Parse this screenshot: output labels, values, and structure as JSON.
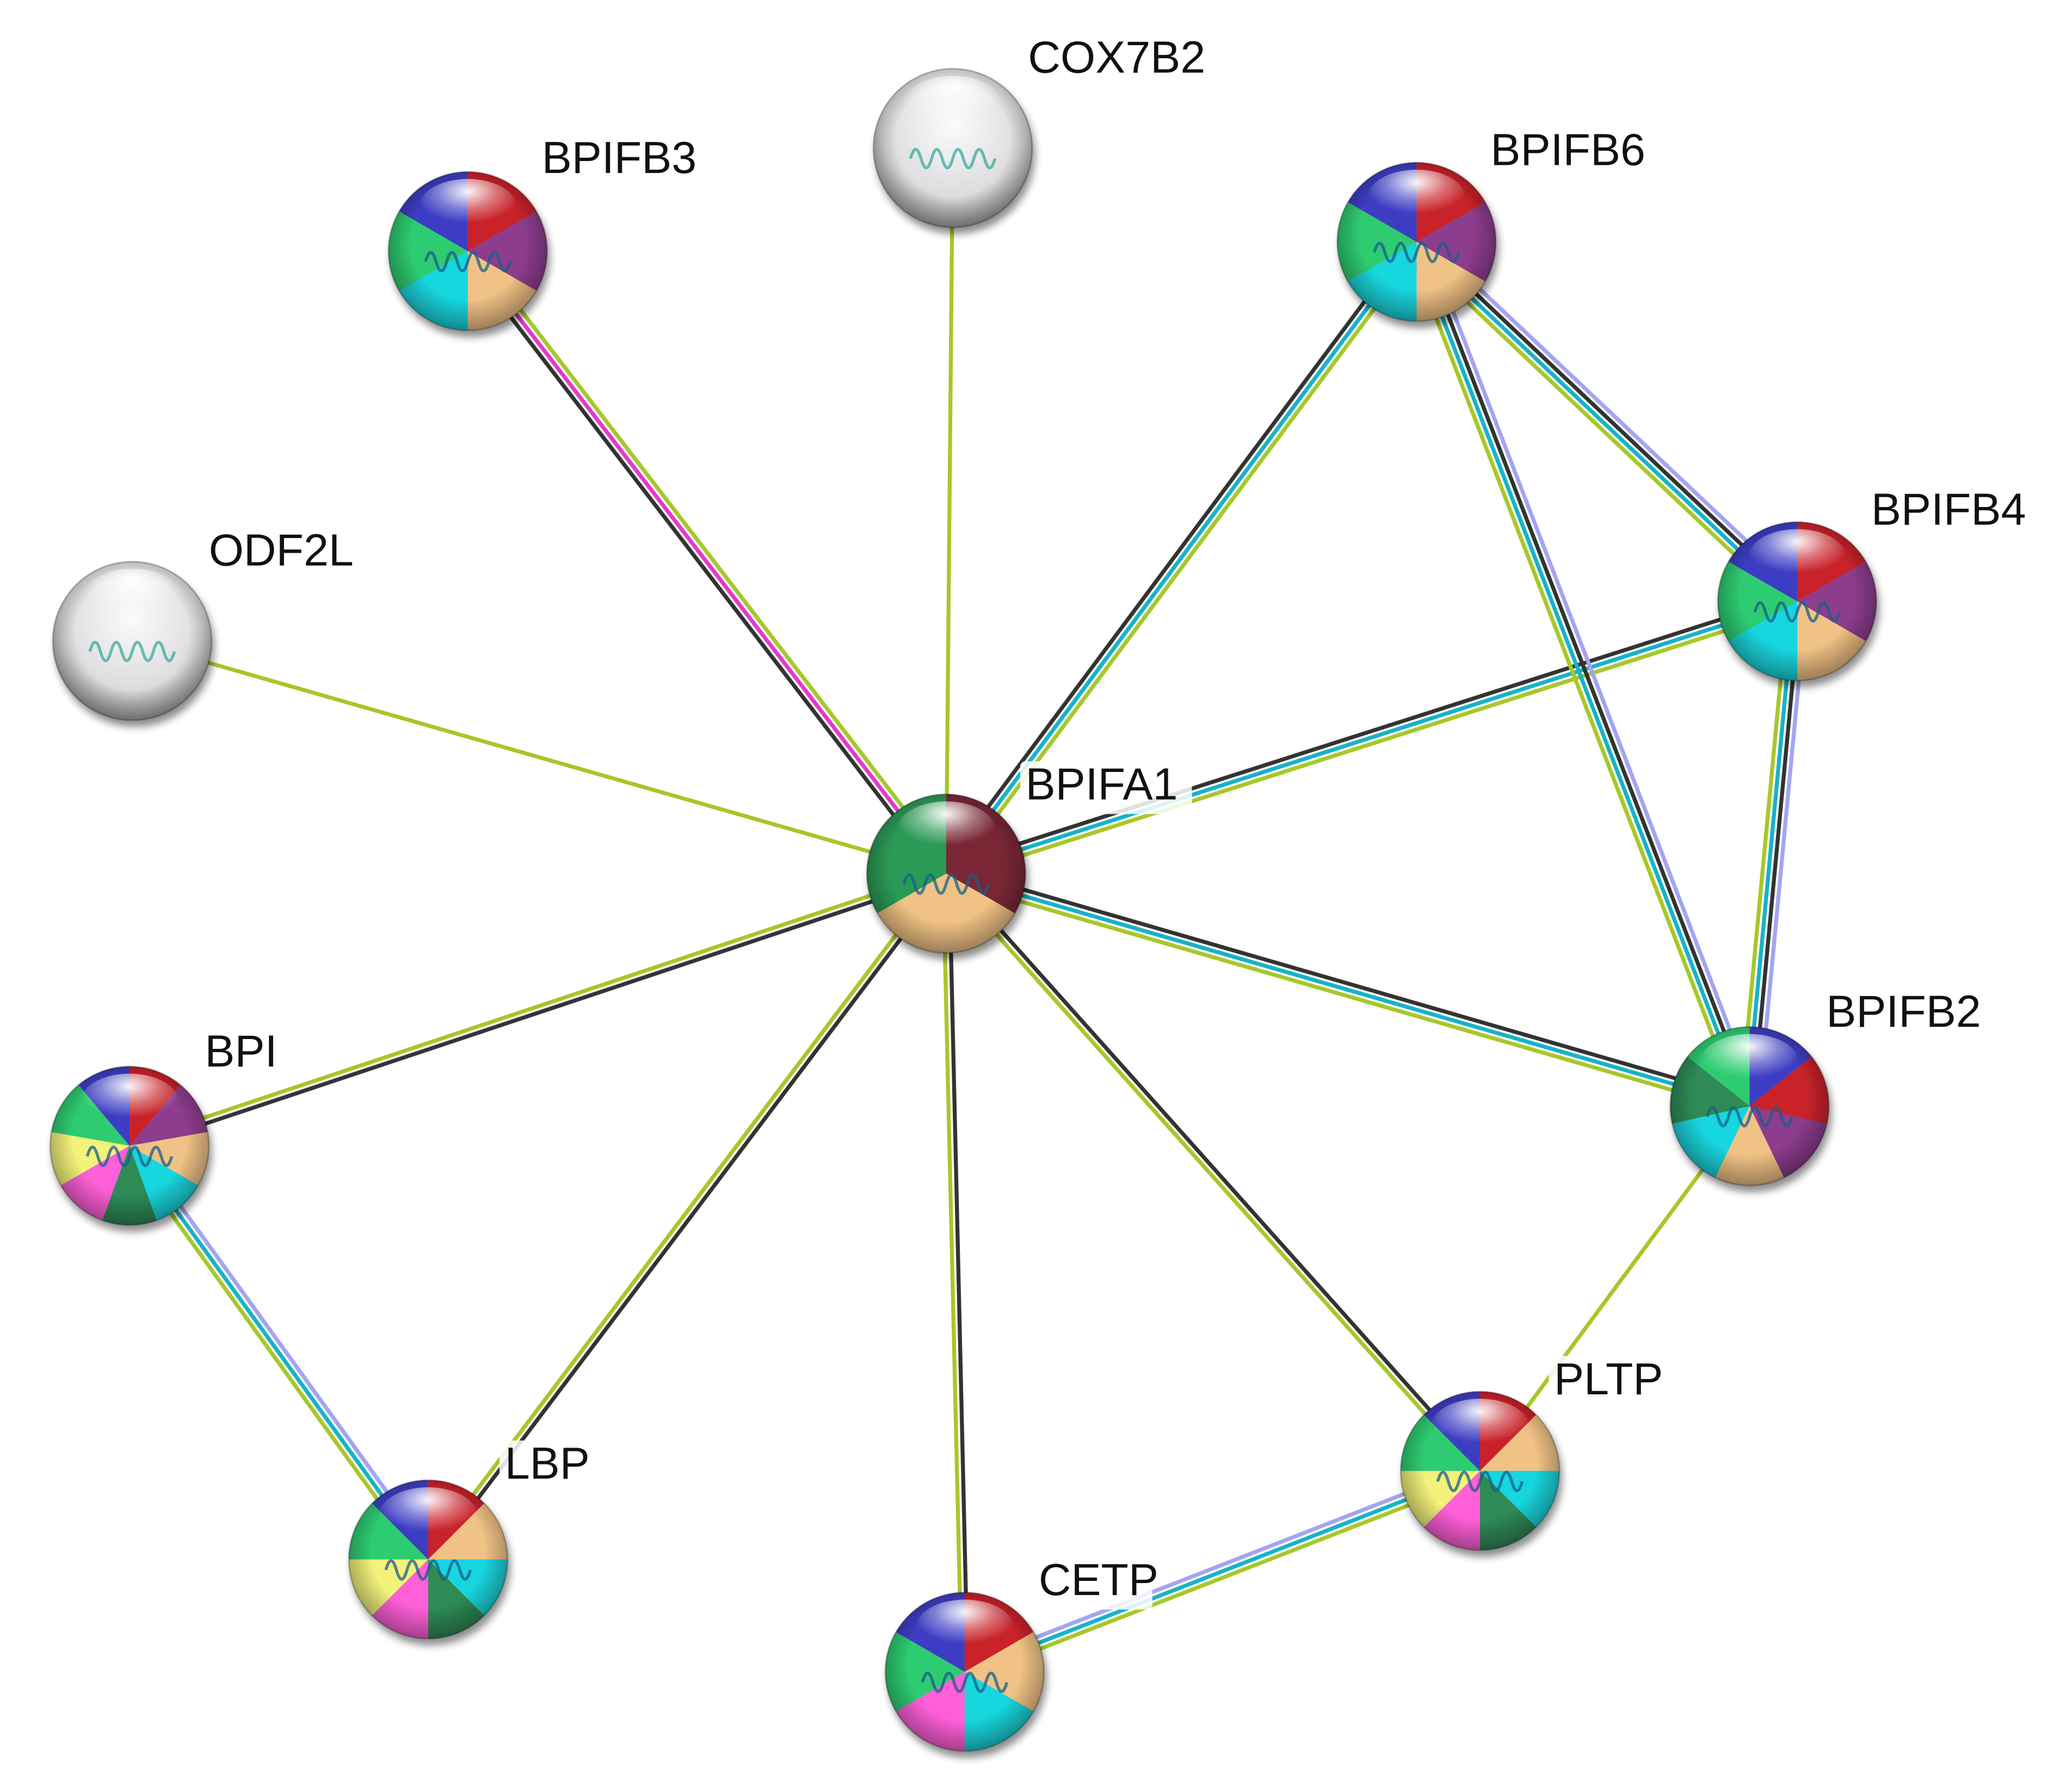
{
  "colors": {
    "textmining": "#a6c829",
    "coexpression": "#333333",
    "database": "#16b3c8",
    "homology": "#a4a4f2",
    "experiment": "#e837c8",
    "node_grey": "#d8d8d8"
  },
  "nodes": [
    {
      "id": "BPIFA1",
      "label": "BPIFA1",
      "colors": [
        "#7a2836",
        "#f0c285",
        "#2c9a56"
      ]
    },
    {
      "id": "COX7B2",
      "label": "COX7B2",
      "colors": []
    },
    {
      "id": "BPIFB3",
      "label": "BPIFB3",
      "colors": [
        "#c9232a",
        "#8e3d8e",
        "#f0c285",
        "#18d6de",
        "#2ecc71",
        "#3d3dc4"
      ]
    },
    {
      "id": "BPIFB6",
      "label": "BPIFB6",
      "colors": [
        "#c9232a",
        "#8e3d8e",
        "#f0c285",
        "#18d6de",
        "#2ecc71",
        "#3d3dc4"
      ]
    },
    {
      "id": "BPIFB4",
      "label": "BPIFB4",
      "colors": [
        "#c9232a",
        "#8e3d8e",
        "#f0c285",
        "#18d6de",
        "#2ecc71",
        "#3d3dc4"
      ]
    },
    {
      "id": "ODF2L",
      "label": "ODF2L",
      "colors": []
    },
    {
      "id": "BPIFB2",
      "label": "BPIFB2",
      "colors": [
        "#3d3dc4",
        "#c9232a",
        "#8e3d8e",
        "#f0c285",
        "#18d6de",
        "#2e8b57",
        "#2ecc71"
      ]
    },
    {
      "id": "BPI",
      "label": "BPI",
      "colors": [
        "#c9232a",
        "#8e3d8e",
        "#f0c285",
        "#18d6de",
        "#2e8b57",
        "#ff5fd8",
        "#f3f27a",
        "#2ecc71",
        "#3d3dc4"
      ]
    },
    {
      "id": "LBP",
      "label": "LBP",
      "colors": [
        "#c9232a",
        "#f0c285",
        "#18d6de",
        "#2e8b57",
        "#ff5fd8",
        "#f3f27a",
        "#2ecc71",
        "#3d3dc4"
      ]
    },
    {
      "id": "PLTP",
      "label": "PLTP",
      "colors": [
        "#c9232a",
        "#f0c285",
        "#18d6de",
        "#2e8b57",
        "#ff5fd8",
        "#f3f27a",
        "#2ecc71",
        "#3d3dc4"
      ]
    },
    {
      "id": "CETP",
      "label": "CETP",
      "colors": [
        "#c9232a",
        "#f0c285",
        "#18d6de",
        "#ff5fd8",
        "#2ecc71",
        "#3d3dc4"
      ]
    }
  ],
  "edges": [
    {
      "source": "BPIFA1",
      "target": "COX7B2",
      "types": [
        "textmining"
      ]
    },
    {
      "source": "BPIFA1",
      "target": "ODF2L",
      "types": [
        "textmining"
      ]
    },
    {
      "source": "BPIFA1",
      "target": "BPIFB3",
      "types": [
        "coexpression",
        "experiment",
        "textmining"
      ]
    },
    {
      "source": "BPIFA1",
      "target": "BPIFB6",
      "types": [
        "coexpression",
        "database",
        "textmining"
      ]
    },
    {
      "source": "BPIFA1",
      "target": "BPIFB4",
      "types": [
        "coexpression",
        "database",
        "textmining"
      ]
    },
    {
      "source": "BPIFA1",
      "target": "BPIFB2",
      "types": [
        "coexpression",
        "database",
        "textmining"
      ]
    },
    {
      "source": "BPIFA1",
      "target": "BPI",
      "types": [
        "coexpression",
        "textmining"
      ]
    },
    {
      "source": "BPIFA1",
      "target": "LBP",
      "types": [
        "coexpression",
        "textmining"
      ]
    },
    {
      "source": "BPIFA1",
      "target": "CETP",
      "types": [
        "coexpression",
        "textmining"
      ]
    },
    {
      "source": "BPIFA1",
      "target": "PLTP",
      "types": [
        "coexpression",
        "textmining"
      ]
    },
    {
      "source": "BPIFB6",
      "target": "BPIFB4",
      "types": [
        "homology",
        "coexpression",
        "database",
        "textmining"
      ]
    },
    {
      "source": "BPIFB6",
      "target": "BPIFB2",
      "types": [
        "homology",
        "coexpression",
        "database",
        "textmining"
      ]
    },
    {
      "source": "BPIFB4",
      "target": "BPIFB2",
      "types": [
        "homology",
        "coexpression",
        "database",
        "textmining"
      ]
    },
    {
      "source": "BPIFB2",
      "target": "PLTP",
      "types": [
        "textmining"
      ]
    },
    {
      "source": "BPI",
      "target": "LBP",
      "types": [
        "homology",
        "database",
        "textmining"
      ]
    },
    {
      "source": "CETP",
      "target": "PLTP",
      "types": [
        "homology",
        "database",
        "textmining"
      ]
    }
  ]
}
